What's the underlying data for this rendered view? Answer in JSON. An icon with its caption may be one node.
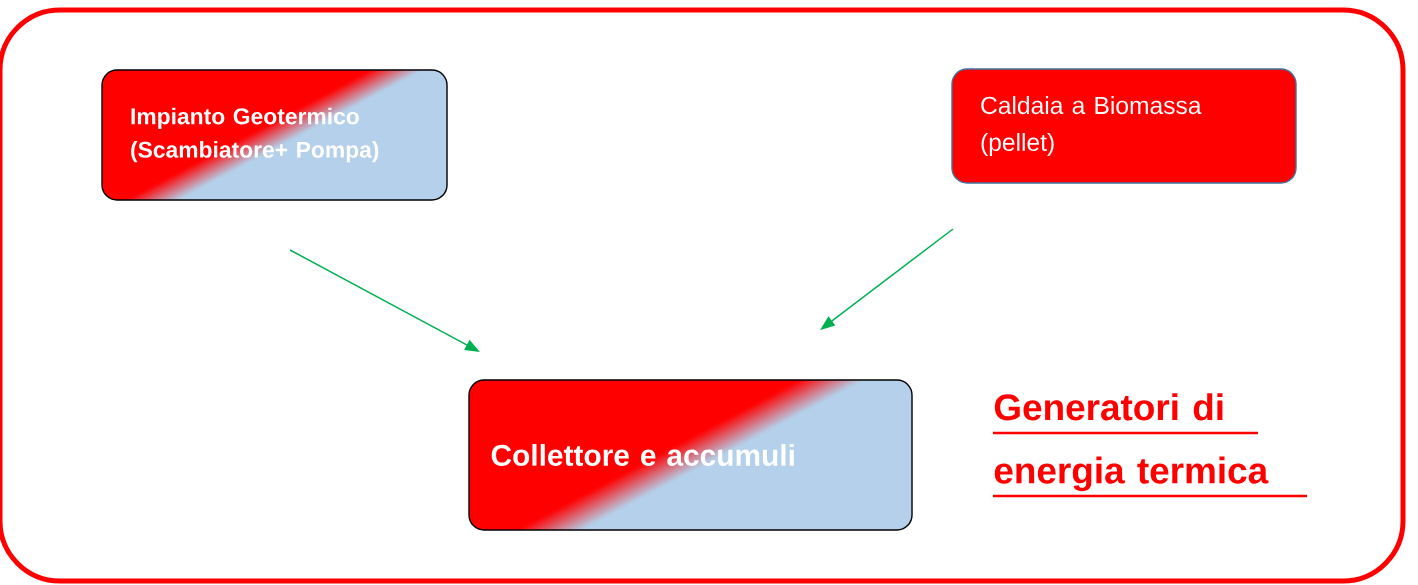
{
  "diagram": {
    "nodes": [
      {
        "text": [],
        "shape": "box"
      },
      {
        "text": [
          "Impianto Geotermico (Scambiatore+ Pompa)"
        ],
        "in": 0
      },
      {
        "text": [
          "Caldaia a Biomassa (pellet)"
        ],
        "in": 0
      },
      {
        "text": [
          "Collettore e accumuli"
        ],
        "in": 0
      }
    ],
    "edges": [
      {
        "from": 1,
        "to": 3,
        "arrow": "to"
      },
      {
        "from": 2,
        "to": 3,
        "arrow": "to"
      }
    ],
    "labels": [
      "Generatori di energia termica"
    ]
  }
}
